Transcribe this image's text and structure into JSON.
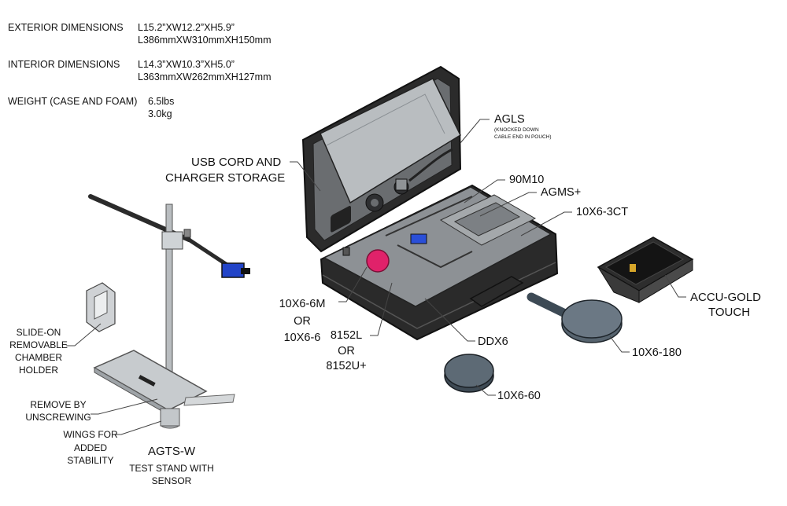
{
  "specs": {
    "exterior_label": "EXTERIOR DIMENSIONS",
    "exterior_in": "L15.2”XW12.2”XH5.9”",
    "exterior_mm": "L386mmXW310mmXH150mm",
    "interior_label": "INTERIOR DIMENSIONS",
    "interior_in": "L14.3”XW10.3”XH5.0”",
    "interior_mm": "L363mmXW262mmXH127mm",
    "weight_label": "WEIGHT (CASE AND FOAM)",
    "weight_lbs": "6.5lbs",
    "weight_kg": "3.0kg"
  },
  "labels": {
    "usb_line1": "USB CORD AND",
    "usb_line2": "CHARGER STORAGE",
    "agls": "AGLS",
    "agls_note1": "(KNOCKED DOWN",
    "agls_note2": "CABLE END IN POUCH)",
    "m90m10": "90M10",
    "agms": "AGMS+",
    "x3ct": "10X6-3CT",
    "accu1": "ACCU-GOLD",
    "accu2": "TOUCH",
    "x6m": "10X6-6M",
    "or1": "OR",
    "x66": "10X6-6",
    "l8152": "8152L",
    "or2": "OR",
    "u8152": "8152U+",
    "ddx6": "DDX6",
    "x180": "10X6-180",
    "x60": "10X6-60",
    "slide1": "SLIDE-ON",
    "slide2": "REMOVABLE",
    "slide3": "CHAMBER",
    "slide4": "HOLDER",
    "remove1": "REMOVE BY",
    "remove2": "UNSCREWING",
    "wings1": "WINGS FOR",
    "wings2": "ADDED",
    "wings3": "STABILITY",
    "agtsw": "AGTS-W",
    "test1": "TEST STAND WITH",
    "test2": "SENSOR"
  }
}
